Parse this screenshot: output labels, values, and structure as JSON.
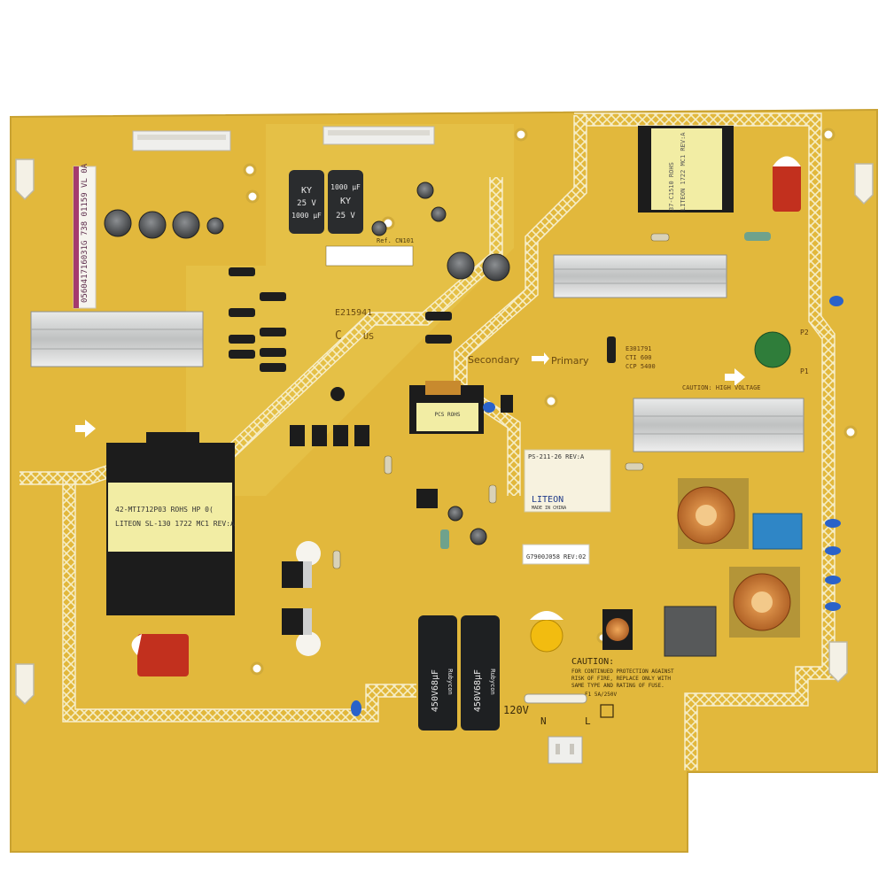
{
  "colors": {
    "board": "#e2b83c",
    "board_light": "#efd36a",
    "trace": "#f3e7b8",
    "heatsink": "#cfd0d0",
    "cap_dark": "#26282a",
    "transformer": "#f2eda4",
    "capacitor_red": "#c2301e",
    "ic_black": "#202020",
    "green_thermistor": "#2f7d3a",
    "blue_cap": "#2a62c9",
    "yellow_cap": "#f2bc10",
    "white_connector": "#efefec"
  },
  "labels": {
    "serial": "056041716031G  738  01159  VL  0A",
    "ul_mark": "E215941",
    "ul_us": "US",
    "ul_c": "C",
    "secondary": "Secondary",
    "primary": "Primary",
    "xfmr_main_line1": "42-MTI712P03  ROHS  HP  0(",
    "xfmr_main_line2": "LITEON  SL-130  1722  MC1  REV:A",
    "xfmr_top_line1": "37-C1510 ROHS",
    "xfmr_top_line2": "LITEON 1722 MC1 REV:A",
    "cap_value": "1000 µF",
    "cap_voltage": "25 V",
    "cap_brand": "KY",
    "hv_cap_value": "450V68µF",
    "hv_cap_brand": "Rubycon",
    "liteon_logo": "LITEON",
    "made_in": "MADE IN CHINA",
    "model_label": "PS-211-26  REV:A",
    "part_number": "G7900J058",
    "rev": "REV:02",
    "voltage_120": "120V",
    "n_label": "N",
    "l_label": "L",
    "caution_title": "CAUTION:",
    "caution_body1": "FOR CONTINUED PROTECTION AGAINST",
    "caution_body2": "RISK OF FIRE, REPLACE ONLY WITH",
    "caution_body3": "SAME TYPE AND RATING OF FUSE.",
    "fuse_rating": "F1  5A/250V",
    "caution_high_voltage": "CAUTION: HIGH VOLTAGE",
    "e_cert": "E301791",
    "cti": "CTI 600",
    "ccp": "CCP 5400",
    "p1": "P1",
    "p2": "P2",
    "ref_text": "Ref. CN101",
    "xfmr_small_text": "PCS  ROHS"
  }
}
